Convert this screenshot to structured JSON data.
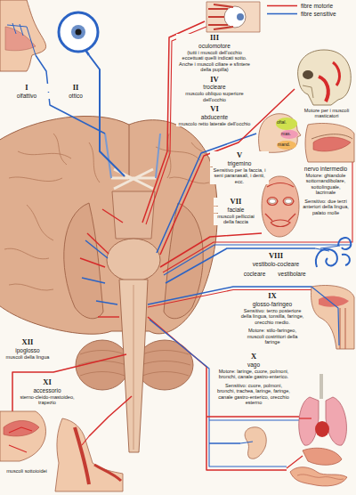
{
  "diagram": {
    "labels": [
      "I",
      "olfattivo",
      "II",
      "ottico",
      "III",
      "oculomotore",
      "(tutti i muscoli dell'occhio eccettuati quelli indicati sotto. Anche i muscoli ciliare e sfintere della pupilla)",
      "IV",
      "trocleare",
      "muscolo obliquo superiore dell'occhio",
      "VI",
      "abducente",
      "muscolo retto laterale dell'occhio",
      "V",
      "trigemino",
      "Sensitivo per la faccia, i seni paranasali, i denti, ecc.",
      "oftal.",
      "mas.",
      "mand.",
      "Motore per i muscoli masticatori",
      "VII",
      "faciale",
      "muscoli pellicciai della faccia",
      "nervo intermedio",
      "Motore: ghiandole sottomandibolare, sottolinguale, lacrimale",
      "Sensitivo: due terzi anteriori della lingua, palato molle",
      "VIII",
      "vestibolo-cocleare",
      "cocleare",
      "vestibolare",
      "IX",
      "glosso-faringeo",
      "Sensitivo: terzo posteriore della lingua, tonsilla, faringe, orecchio medio.",
      "Motore: stilo-faringeo, muscoli costrittori della faringe",
      "X",
      "vago",
      "Motore: laringe, cuore, polmoni, bronchi, canale gastro-enterico.",
      "Sensitivo: cuore, polmoni, bronchi, trachea, laringe, faringe, canale gastro-enterico, orecchio esterno",
      "XII",
      "ipoglosso",
      "muscoli della lingua",
      "XI",
      "accessorio",
      "sterno-cleido-mastoideo, trapezio",
      "muscoli sottoioidei"
    ],
    "legend": [
      {
        "text": "fibre motorie"
      },
      {
        "text": "fibre sensitive"
      }
    ]
  }
}
